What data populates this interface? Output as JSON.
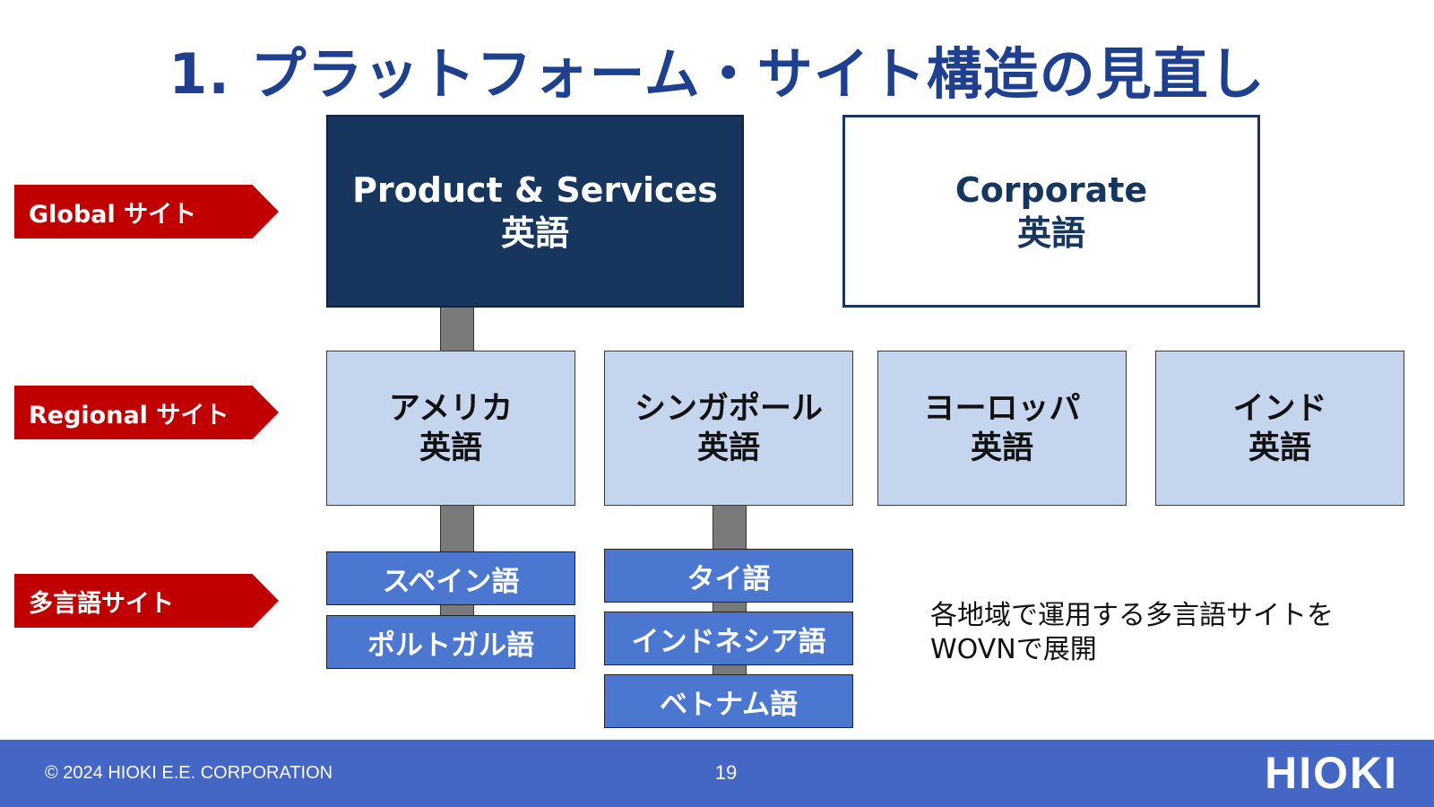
{
  "title": "1. プラットフォーム・サイト構造の見直し",
  "tiers": {
    "global": "Global サイト",
    "regional": "Regional サイト",
    "multilingual": "多言語サイト"
  },
  "global_sites": {
    "product": {
      "name": "Product & Services",
      "lang": "英語"
    },
    "corporate": {
      "name": "Corporate",
      "lang": "英語"
    }
  },
  "regional_sites": [
    {
      "name": "アメリカ",
      "lang": "英語"
    },
    {
      "name": "シンガポール",
      "lang": "英語"
    },
    {
      "name": "ヨーロッパ",
      "lang": "英語"
    },
    {
      "name": "インド",
      "lang": "英語"
    }
  ],
  "multilingual_sites": {
    "america": [
      "スペイン語",
      "ポルトガル語"
    ],
    "singapore": [
      "タイ語",
      "インドネシア語",
      "ベトナム語"
    ]
  },
  "note": {
    "line1": "各地域で運用する多言語サイトを",
    "line2": "WOVNで展開"
  },
  "footer": {
    "copyright": "© 2024  HIOKI E.E. CORPORATION",
    "page": "19",
    "logo": "HIOKI"
  },
  "colors": {
    "title": "#1f3f8f",
    "tier_arrow": "#c00000",
    "global_dark": "#17365d",
    "regional_fill": "#c5d5ee",
    "language_fill": "#4b77d1",
    "footer": "#4466c4"
  }
}
